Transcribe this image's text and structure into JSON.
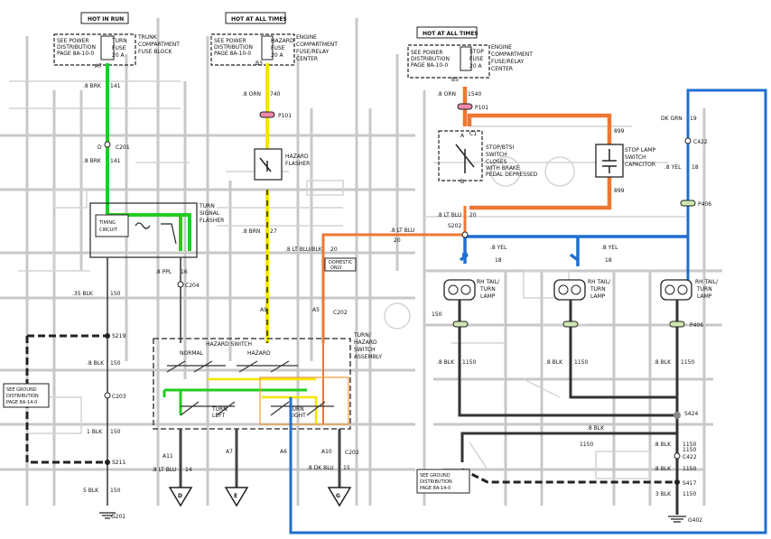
{
  "labels": {
    "hot_in_run": "HOT IN RUN",
    "hot_all_times_1": "HOT AT ALL TIMES",
    "hot_all_times_2": "HOT AT ALL TIMES",
    "see_power_1a": "SEE POWER",
    "see_power_1b": "DISTRIBUTION",
    "see_power_1c": "PAGE 8A-10-0",
    "see_power_2a": "SEE POWER",
    "see_power_2b": "DISTRIBUTION",
    "see_power_2c": "PAGE 8A-10-0",
    "see_power_3a": "SEE POWER",
    "see_power_3b": "DISTRIBUTION",
    "see_power_3c": "PAGE 8A-10-0",
    "fuse1_name": "TURN",
    "fuse1_fuse": "FUSE",
    "fuse1_amp": "20 A",
    "fuse1_loc1": "TRUNK",
    "fuse1_loc2": "COMPARTMENT",
    "fuse1_loc3": "FUSE BLOCK",
    "fuse2_name": "HAZARD",
    "fuse2_fuse": "FUSE",
    "fuse2_amp": "20 A",
    "fuse2_loc1": "ENGINE",
    "fuse2_loc2": "COMPARTMENT",
    "fuse2_loc3": "FUSE/RELAY",
    "fuse2_loc4": "CENTER",
    "fuse3_name": "STOP",
    "fuse3_fuse": "FUSE",
    "fuse3_amp": "20 A",
    "fuse3_loc1": "ENGINE",
    "fuse3_loc2": "COMPARTMENT",
    "fuse3_loc3": "FUSE/RELAY",
    "fuse3_loc4": "CENTER",
    "a7": "A7",
    "b3": "B3",
    "b5": "B5",
    "w_brk_141_a": ".8 BRK",
    "w_141_a": "141",
    "w_brk_141_b": ".8 BRK",
    "w_141_b": "141",
    "w_orn_740": ".8 ORN",
    "w_740": "740",
    "w_orn_1540": ".8 ORN",
    "w_1540": "1540",
    "c201": "C201",
    "p101_a": "P101",
    "p101_b": "P101",
    "d_pin": "D",
    "hazard_flasher_1": "HAZARD",
    "hazard_flasher_2": "FLASHER",
    "turn_signal_flasher_1": "TURN",
    "turn_signal_flasher_2": "SIGNAL",
    "turn_signal_flasher_3": "FLASHER",
    "timing_circuit_1": "TIMING",
    "timing_circuit_2": "CIRCUIT",
    "w_brn_27": ".8 BRN",
    "w_27": "27",
    "w_ppl_16": ".8 PPL",
    "w_16": "16",
    "c204": "C204",
    "w_35_blk_150": ".35 BLK",
    "w_150_a": "150",
    "w_lt_blu_blk": ".8 LT BLU/BLK",
    "w_20_a": "20",
    "domestic_1": "DOMESTIC",
    "domestic_2": "ONLY",
    "a9": "A9",
    "a5": "A5",
    "c202_a": "C202",
    "s219": "S219",
    "w_blk_150_b": ".8 BLK",
    "w_150_b": "150",
    "see_ground_1a": "SEE GROUND",
    "see_ground_1b": "DISTRIBUTION",
    "see_ground_1c": "PAGE 8A-14-0",
    "c203": "C203",
    "w_blk_150_c": "1 BLK",
    "w_150_c": "150",
    "s211": "S211",
    "w_5_blk": "5 BLK",
    "w_150_d": "150",
    "g201": "G201",
    "hazard_switch": "HAZARD SWITCH",
    "normal": "NORMAL",
    "hazard": "HAZARD",
    "turn_left_1": "TURN",
    "turn_left_2": "LEFT",
    "turn_right_1": "TURN",
    "turn_right_2": "RIGHT",
    "turn_hazard_1": "TURN/",
    "turn_hazard_2": "HAZARD",
    "turn_hazard_3": "SWITCH",
    "turn_hazard_4": "ASSEMBLY",
    "a11": "A11",
    "a7b": "A7",
    "a6": "A6",
    "a10": "A10",
    "c202_b": "C202",
    "w_lt_blu_14": ".8 LT BLU",
    "w_14": "14",
    "w_dk_blu_15": ".8 DK BLU",
    "w_15": "15",
    "arrow_d": "D",
    "arrow_e": "E",
    "arrow_g": "G",
    "stop_bts_1": "STOP/BTSI",
    "stop_bts_2": "SWITCH",
    "stop_bts_3": "CLOSES",
    "stop_bts_4": "WITH BRAKE",
    "stop_bts_5": "PEDAL DEPRESSED",
    "c1": "C1",
    "c_a": "A",
    "c_b": "B",
    "w_899_a": "899",
    "w_899_b": "899",
    "stop_cap_1": "STOP LAMP",
    "stop_cap_2": "SWITCH",
    "stop_cap_3": "CAPACITOR",
    "w_lt_blu_20": ".8 LT BLU",
    "w_20_b": "20",
    "w_lt_blu_20_b": ".8 LT BLU",
    "w_20_c": "20",
    "s202": "S202",
    "dk_grn": "DK GRN",
    "w_19": "19",
    "c422_a": "C422",
    "w_yel_18_a": ".8 YEL",
    "w_18_a": "18",
    "p406_a": "P406",
    "w_yel_18_b": ".8 YEL",
    "w_18_b": "18",
    "w_yel_18_c": ".8 YEL",
    "w_18_c": "18",
    "lamp1_1": "RH TAIL/",
    "lamp1_2": "TURN",
    "lamp1_3": "LAMP",
    "lamp2_1": "RH TAIL/",
    "lamp2_2": "TURN",
    "lamp2_3": "LAMP",
    "lamp3_1": "RH TAIL/",
    "lamp3_2": "TURN",
    "lamp3_3": "LAMP",
    "p406_b": "P406",
    "w_150_e": "150",
    "w_blk_1150_a": ".8 BLK",
    "w_1150_a": "1150",
    "w_blk_1150_b": ".8 BLK",
    "w_1150_b": "1150",
    "w_blk_1150_c": ".8 BLK",
    "w_1150_c": "1150",
    "w_blk_1150_d": ".8 BLK",
    "w_1150_d": "1150",
    "s424": "S424",
    "w_blk_1150_e": ".8 BLK",
    "w_1150_e": "1150",
    "w_1150_f": "1150",
    "c422_b": "C422",
    "w_blk_1150_g": ".8 BLK",
    "w_1150_g": "1150",
    "s417": "S417",
    "w_3_blk": "3 BLK",
    "w_1150_h": "1150",
    "g402": "G402",
    "see_ground_2a": "SEE GROUND",
    "see_ground_2b": "DISTRIBUTION",
    "see_ground_2c": "PAGE 8A-14-0"
  },
  "colors": {
    "green": "#22cc22",
    "yellow": "#f2e600",
    "orange": "#ee7733",
    "blue": "#1f6fd1",
    "black": "#222222",
    "ghost": "#c8c8c8"
  }
}
